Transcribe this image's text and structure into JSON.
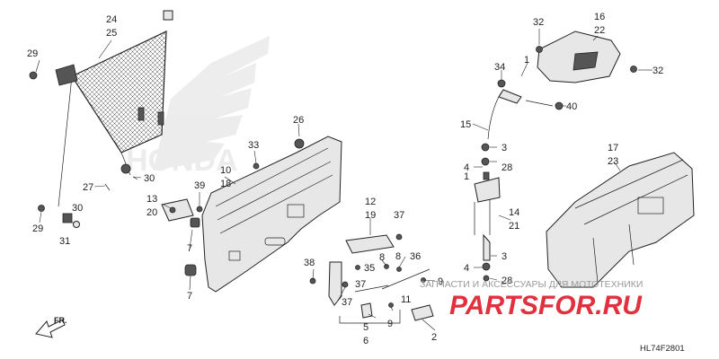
{
  "callouts": [
    {
      "id": "24",
      "text": "24"
    },
    {
      "id": "25",
      "text": "25"
    },
    {
      "id": "29a",
      "text": "29"
    },
    {
      "id": "27",
      "text": "27"
    },
    {
      "id": "30a",
      "text": "30"
    },
    {
      "id": "29b",
      "text": "29"
    },
    {
      "id": "30b",
      "text": "30"
    },
    {
      "id": "31",
      "text": "31"
    },
    {
      "id": "13",
      "text": "13"
    },
    {
      "id": "20",
      "text": "20"
    },
    {
      "id": "39",
      "text": "39"
    },
    {
      "id": "7a",
      "text": "7"
    },
    {
      "id": "7b",
      "text": "7"
    },
    {
      "id": "33",
      "text": "33"
    },
    {
      "id": "26",
      "text": "26"
    },
    {
      "id": "10",
      "text": "10"
    },
    {
      "id": "18",
      "text": "18"
    },
    {
      "id": "12",
      "text": "12"
    },
    {
      "id": "19",
      "text": "19"
    },
    {
      "id": "37a",
      "text": "37"
    },
    {
      "id": "38",
      "text": "38"
    },
    {
      "id": "8a",
      "text": "8"
    },
    {
      "id": "35",
      "text": "35"
    },
    {
      "id": "37b",
      "text": "37"
    },
    {
      "id": "8b",
      "text": "8"
    },
    {
      "id": "36",
      "text": "36"
    },
    {
      "id": "37c",
      "text": "37"
    },
    {
      "id": "9a",
      "text": "9"
    },
    {
      "id": "11",
      "text": "11"
    },
    {
      "id": "5",
      "text": "5"
    },
    {
      "id": "6",
      "text": "6"
    },
    {
      "id": "9b",
      "text": "9"
    },
    {
      "id": "2",
      "text": "2"
    },
    {
      "id": "32a",
      "text": "32"
    },
    {
      "id": "16",
      "text": "16"
    },
    {
      "id": "22",
      "text": "22"
    },
    {
      "id": "1a",
      "text": "1"
    },
    {
      "id": "34",
      "text": "34"
    },
    {
      "id": "32b",
      "text": "32"
    },
    {
      "id": "40",
      "text": "40"
    },
    {
      "id": "15",
      "text": "15"
    },
    {
      "id": "3a",
      "text": "3"
    },
    {
      "id": "4a",
      "text": "4"
    },
    {
      "id": "28a",
      "text": "28"
    },
    {
      "id": "1b",
      "text": "1"
    },
    {
      "id": "14",
      "text": "14"
    },
    {
      "id": "21",
      "text": "21"
    },
    {
      "id": "3b",
      "text": "3"
    },
    {
      "id": "4b",
      "text": "4"
    },
    {
      "id": "28b",
      "text": "28"
    },
    {
      "id": "17",
      "text": "17"
    },
    {
      "id": "23",
      "text": "23"
    }
  ],
  "brand_watermark": "HONDA",
  "site_watermark": {
    "tagline": "ЗАПЧАСТИ И АКСЕССУАРЫ ДЛЯ МОТОТЕХНИКИ",
    "logo": "PARTSFOR.RU"
  },
  "direction_label": "FR.",
  "diagram_code": "HL74F2801",
  "colors": {
    "watermark_red": "#e3303f",
    "watermark_gray": "#9a9a9a",
    "line": "#222222",
    "part_fill": "#e7e7e7"
  }
}
